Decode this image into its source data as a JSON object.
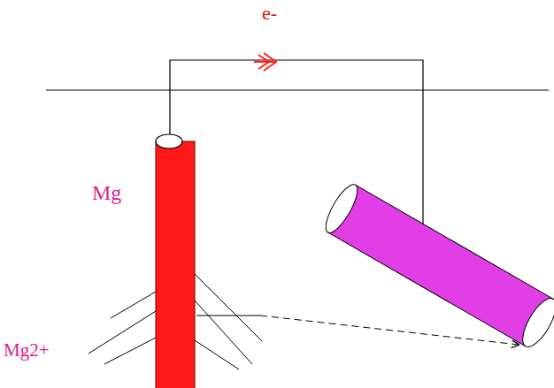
{
  "diagram": {
    "labels": [
      "e-",
      "Mg",
      "Mg2+"
    ]
  }
}
